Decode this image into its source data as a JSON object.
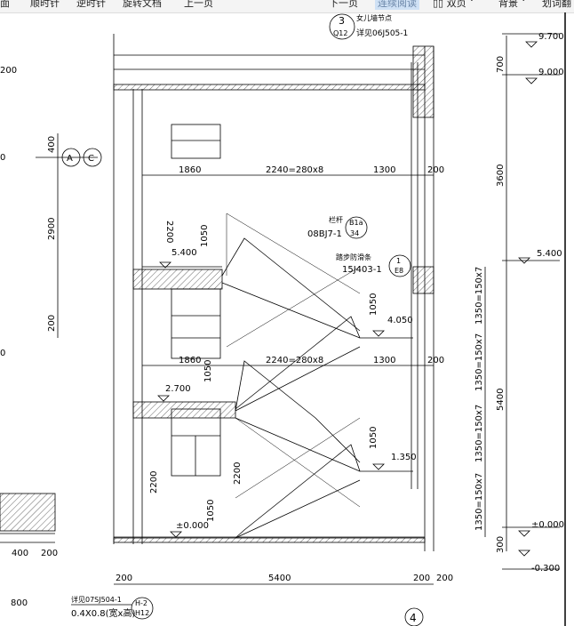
{
  "toolbar": {
    "items": [
      {
        "label": "面"
      },
      {
        "label": "顺时针"
      },
      {
        "label": "逆时针"
      },
      {
        "label": "旋转文档"
      },
      {
        "label": "上一页"
      },
      {
        "label": "下一页"
      },
      {
        "label": "连续阅读"
      },
      {
        "label": "双页"
      },
      {
        "label": "背景"
      },
      {
        "label": "划词翻"
      }
    ]
  },
  "drawing": {
    "right_elevations": [
      "9.700",
      "9.000",
      "5.400",
      "±0.000",
      "-0.300"
    ],
    "right_dims": [
      "700",
      "3600",
      "5400",
      "300",
      "1350=150x7",
      "1350=150x7",
      "1350=150x7",
      "1350=150x7"
    ],
    "left_dims": [
      "200",
      "400",
      "2900",
      "200",
      "0",
      "0",
      "400",
      "200",
      "800"
    ],
    "axis_labels": [
      "A",
      "C"
    ],
    "top_dims": [
      "1860",
      "2240=280x8",
      "1300",
      "200"
    ],
    "mid_dims": [
      "1860",
      "2240=280x8",
      "1300",
      "200"
    ],
    "bottom_dims": [
      "200",
      "5400",
      "200",
      "200"
    ],
    "vertical_dims": [
      "2200",
      "1050",
      "1050",
      "1050",
      "2200",
      "1050",
      "2200",
      "1050",
      "1050"
    ],
    "levels": [
      "5.400",
      "4.050",
      "2.700",
      "1.350",
      "±0.000"
    ],
    "detail_top": {
      "num": "3",
      "sheet": "Q12",
      "title": "女儿墙节点",
      "ref": "详见06J505-1"
    },
    "railing": {
      "label": "栏杆",
      "ref": "08BJ7-1",
      "num": "B1a",
      "sheet": "34"
    },
    "nosing": {
      "label": "踏步防滑条",
      "ref": "15J403-1",
      "num": "1",
      "sheet": "E8"
    },
    "bottom_note": {
      "ref": "详见07SJ504-1",
      "size": "0.4X0.8(宽x高)",
      "num": "H-2",
      "sheet": "H12"
    },
    "grid_bottom": "4"
  }
}
